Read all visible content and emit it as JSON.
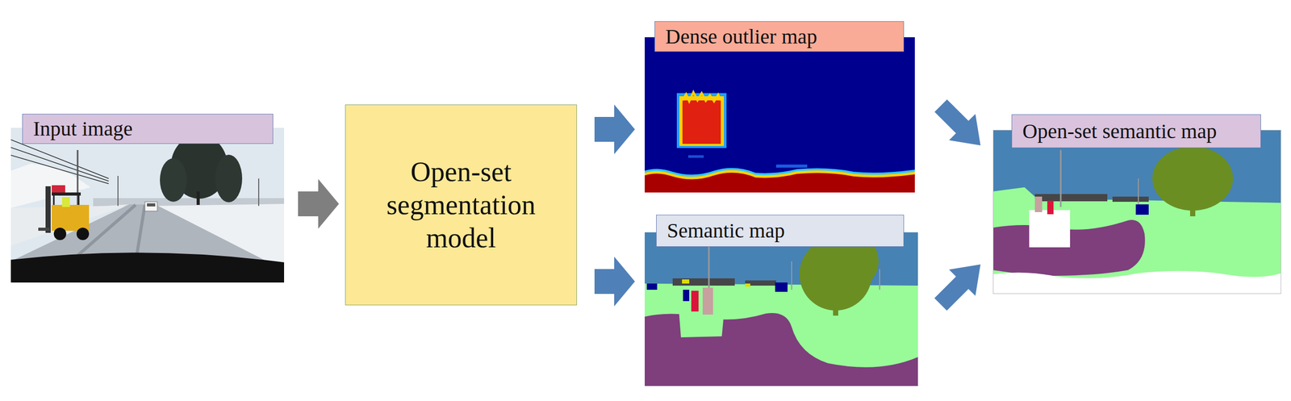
{
  "diagram": {
    "nodes": [
      {
        "text": [
          "Input image"
        ]
      },
      {
        "text": [
          "Open-set segmentation model"
        ]
      },
      {
        "text": [
          "Dense outlier map"
        ]
      },
      {
        "text": [
          "Semantic map"
        ]
      },
      {
        "text": [
          "Open-set semantic map"
        ]
      }
    ],
    "edges": [
      {
        "from": 0,
        "to": 1,
        "arrow": "to"
      },
      {
        "from": 1,
        "to": 2,
        "arrow": "to"
      },
      {
        "from": 1,
        "to": 3,
        "arrow": "to"
      },
      {
        "from": 2,
        "to": 4,
        "arrow": "to"
      },
      {
        "from": 3,
        "to": 4,
        "arrow": "to"
      }
    ]
  }
}
